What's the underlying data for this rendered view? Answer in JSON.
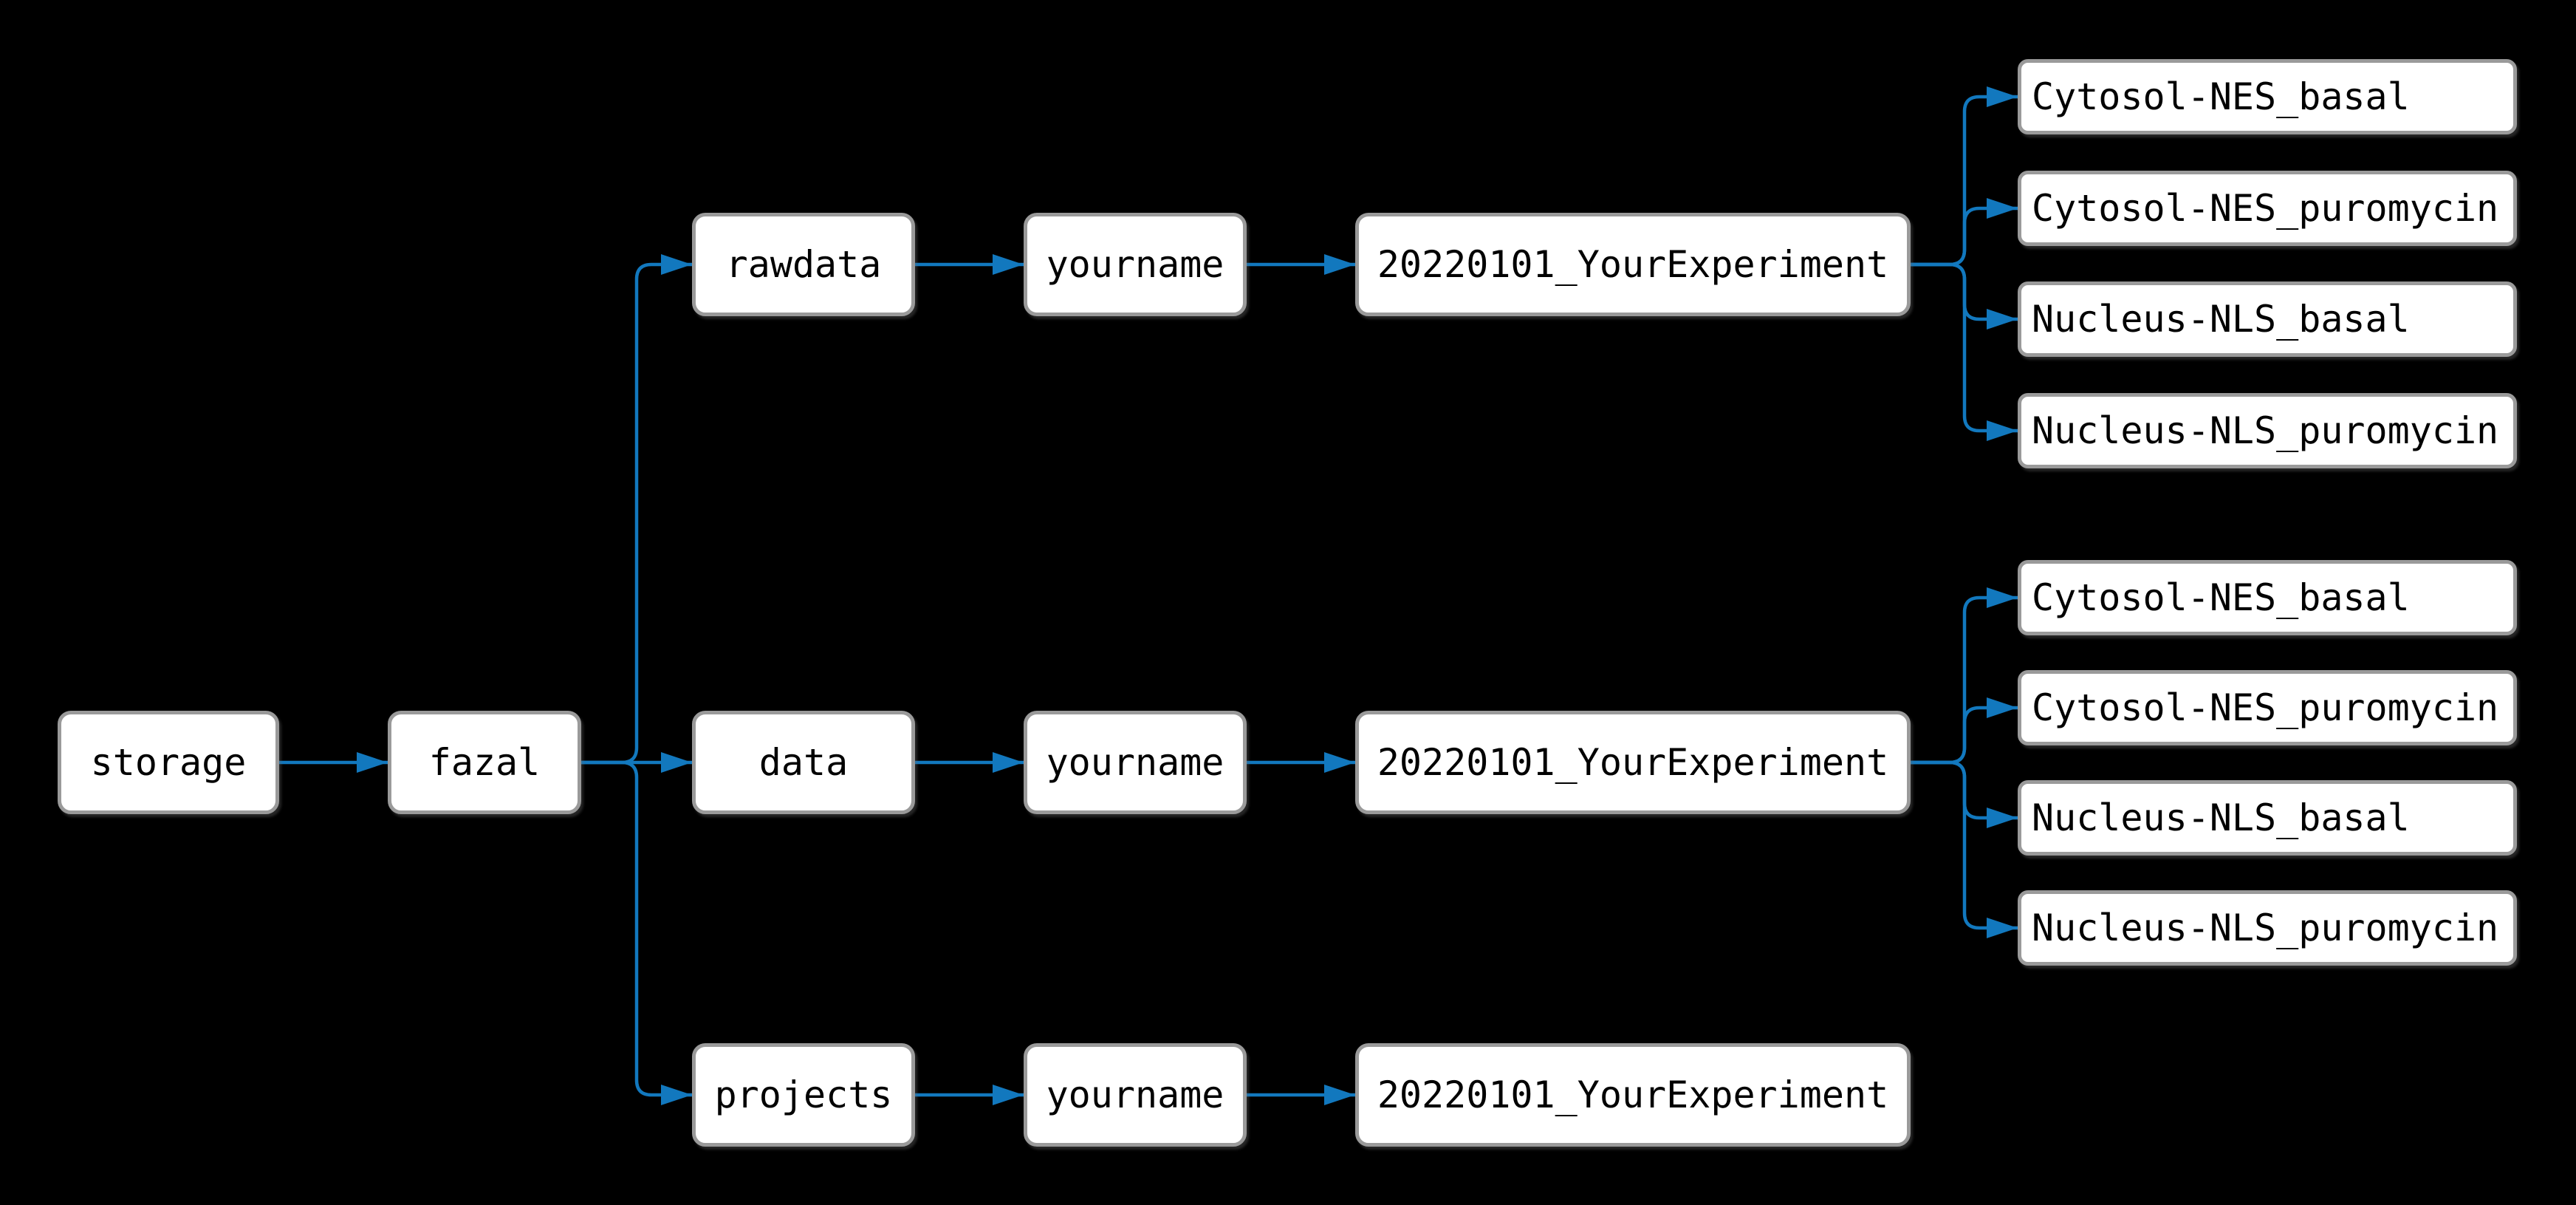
{
  "diagram": {
    "colors": {
      "background": "#000000",
      "edge": "#1278be",
      "node_bg": "#ffffff",
      "node_border": "#9a9a9a",
      "node_text": "#000000"
    },
    "nodes": {
      "storage": "storage",
      "fazal": "fazal",
      "rawdata": "rawdata",
      "data": "data",
      "projects": "projects",
      "yourname": "yourname",
      "experiment": "20220101_YourExperiment",
      "samples": [
        "Cytosol-NES_basal",
        "Cytosol-NES_puromycin",
        "Nucleus-NLS_basal",
        "Nucleus-NLS_puromycin"
      ]
    }
  }
}
